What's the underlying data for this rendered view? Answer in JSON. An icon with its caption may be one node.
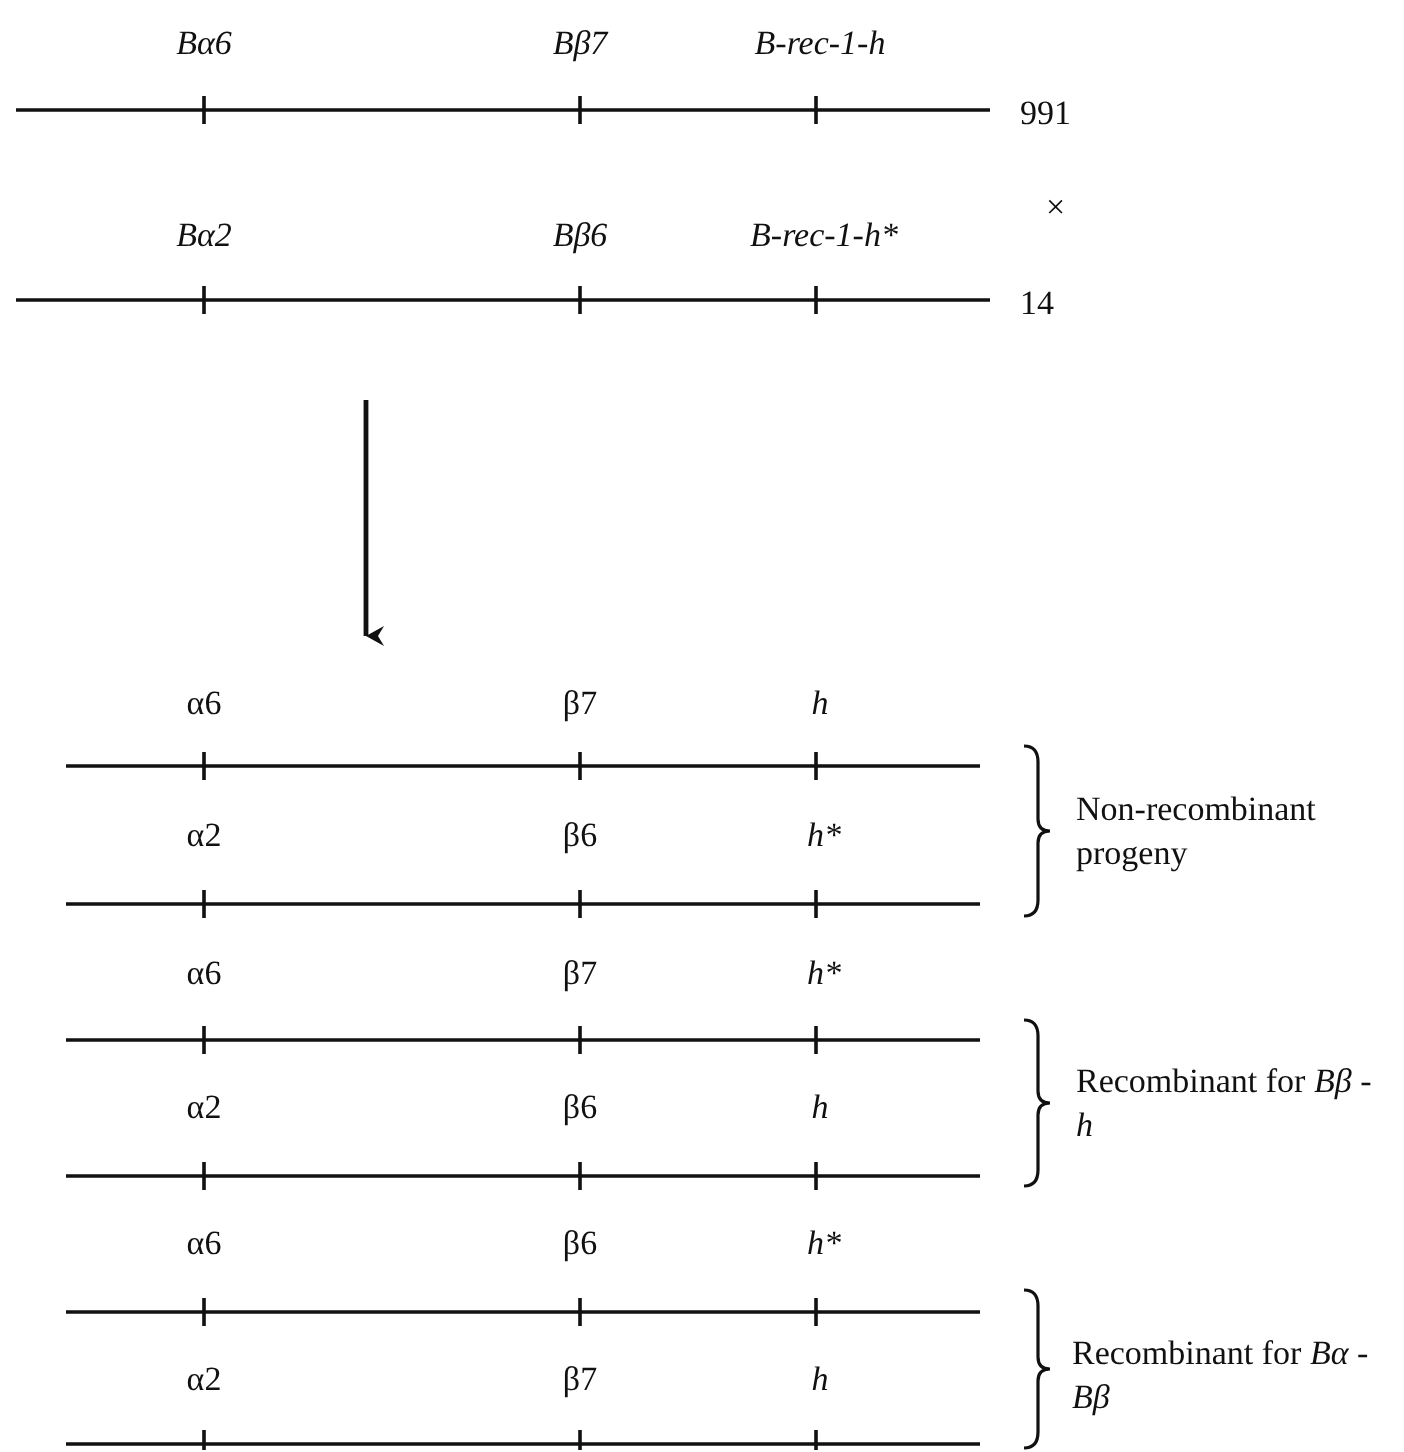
{
  "diagram": {
    "labels": [
      "Bα6",
      "Bβ7",
      "B-rec-1-h",
      "991",
      "×",
      "Bα2",
      "Bβ6",
      "B-rec-1-h*",
      "14",
      "α6",
      "β7",
      "h",
      "Non-recombinant progeny",
      "α2",
      "β6",
      "h*",
      "α6",
      "β7",
      "h*",
      "Recombinant for *Bβ -h*",
      "α2",
      "β6",
      "h",
      "α6",
      "β6",
      "h*",
      "Recombinant for *Bα -Bβ*",
      "α2",
      "β7",
      "h"
    ]
  }
}
